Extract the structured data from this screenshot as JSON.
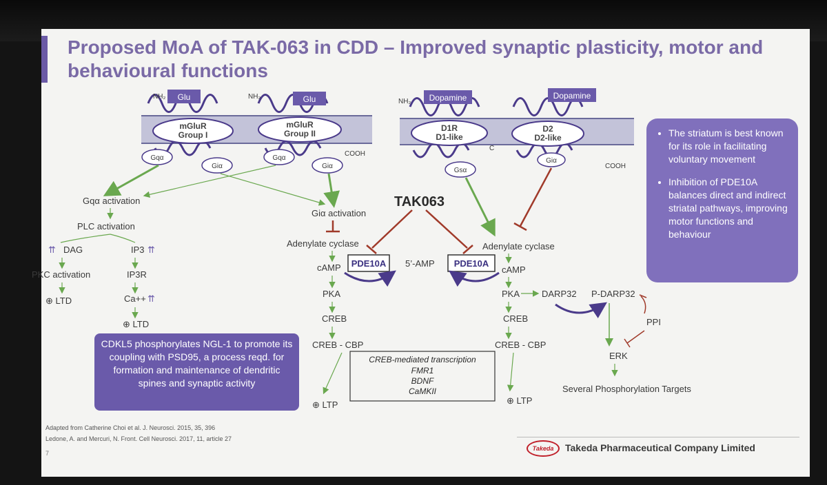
{
  "title": "Proposed MoA of TAK-063 in CDD – Improved synaptic plasticity, motor and behavioural functions",
  "receptors": [
    {
      "ligand": "Glu",
      "name1": "mGluR",
      "name2": "Group I",
      "g_left": "Gqα",
      "g_right": "Giα"
    },
    {
      "ligand": "Glu",
      "name1": "mGluR",
      "name2": "Group II",
      "g_left": "Gqα",
      "g_right": "Giα"
    },
    {
      "ligand": "Dopamine",
      "name1": "D1R",
      "name2": "D1-like",
      "g": "Gsα"
    },
    {
      "ligand": "Dopamine",
      "name1": "D2",
      "name2": "D2-like",
      "g": "Giα"
    }
  ],
  "terminals": {
    "nh2": "NH₂",
    "cooh": "COOH",
    "c": "C"
  },
  "left_path": {
    "gq_activation": "Gqα activation",
    "plc_activation": "PLC activation",
    "dag": "DAG",
    "ip3": "IP3",
    "pkc_activation": "PKC activation",
    "ip3r": "IP3R",
    "ca": "Ca++",
    "ltd1": "⊕ LTD",
    "ltd2": "⊕ LTD"
  },
  "mid_path": {
    "gi_activation": "Giα activation",
    "adenylate_cyclase": "Adenylate cyclase",
    "camp": "cAMP",
    "pka": "PKA",
    "creb": "CREB",
    "creb_cbp": "CREB - CBP",
    "ltp": "⊕ LTP"
  },
  "right_path": {
    "adenylate_cyclase": "Adenylate cyclase",
    "camp": "cAMP",
    "pka": "PKA",
    "creb": "CREB",
    "creb_cbp": "CREB - CBP",
    "ltp": "⊕ LTP",
    "darp32": "DARP32",
    "p_darp32": "P-DARP32",
    "ppi": "PPI",
    "erk": "ERK",
    "targets": "Several Phosphorylation Targets"
  },
  "center": {
    "tak063": "TAK063",
    "pde10a_left": "PDE10A",
    "pde10a_right": "PDE10A",
    "amp": "5’-AMP"
  },
  "creb_box": {
    "title": "CREB-mediated transcription",
    "genes": [
      "FMR1",
      "BDNF",
      "CaMKII"
    ]
  },
  "right_box": [
    "The striatum is best known for its role in facilitating voluntary movement",
    "Inhibition of PDE10A balances direct and indirect striatal pathways, improving motor functions and behaviour"
  ],
  "left_box": "CDKL5 phosphorylates NGL-1 to promote its coupling with PSD95, a process reqd. for formation and maintenance of dendritic spines and synaptic activity",
  "references": [
    "Adapted from Catherine Choi et al. J. Neurosci. 2015, 35, 396",
    "Ledone, A. and Mercuri, N. Front. Cell Neurosci. 2017, 11, article 27"
  ],
  "page_number": "7",
  "logo_text": "Takeda",
  "company": "Takeda Pharmaceutical Company Limited",
  "colors": {
    "green": "#6aa84f",
    "red": "#a03a2a",
    "purple": "#7a6aa6",
    "box_purple": "#8070bc"
  }
}
